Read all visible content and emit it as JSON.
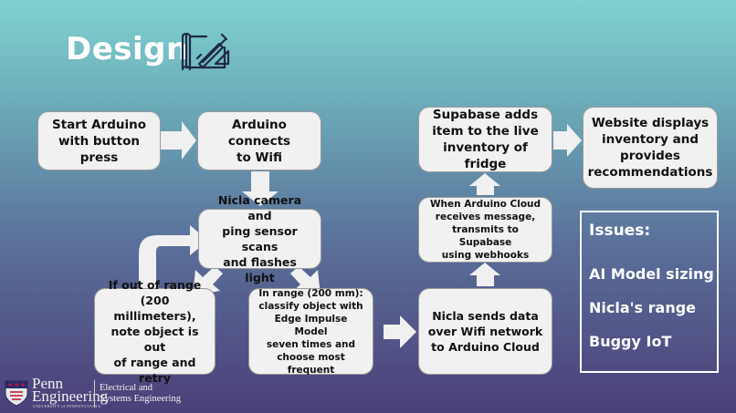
{
  "title": "Design",
  "icons": {
    "title_icon": "blueprint-drafting-icon",
    "logo": "penn-shield-icon"
  },
  "colors": {
    "box_fill": "#f1f1f1",
    "arrow_fill": "#f0f0f0",
    "text": "#111111",
    "issues_border": "#ffffff"
  },
  "boxes": {
    "start": [
      "Start Arduino",
      "with button press"
    ],
    "wifi": [
      "Arduino connects",
      "to Wifi"
    ],
    "scan": [
      "Nicla camera and",
      "ping sensor scans",
      "and flashes light"
    ],
    "out_range": [
      "If out of range",
      "(200 millimeters),",
      "note object is out",
      "of range and retry"
    ],
    "in_range": [
      "In range (200 mm):",
      "classify object with",
      "Edge Impulse Model",
      "seven times and",
      "choose most frequent"
    ],
    "send": [
      "Nicla sends data",
      "over Wifi network",
      "to Arduino Cloud"
    ],
    "cloud": [
      "When Arduino Cloud",
      "receives message,",
      "transmits to Supabase",
      "using webhooks"
    ],
    "supabase": [
      "Supabase adds",
      "item to the live",
      "inventory of fridge"
    ],
    "website": [
      "Website displays",
      "inventory and",
      "provides",
      "recommendations"
    ]
  },
  "issues": {
    "heading": "Issues:",
    "items": [
      "AI Model sizing",
      "Nicla's range",
      "Buggy IoT"
    ]
  },
  "footer": {
    "logo_line1": "Penn",
    "logo_line2": "Engineering",
    "logo_sub": "UNIVERSITY of PENNSYLVANIA",
    "dept_line1": "Electrical and",
    "dept_line2": "Systems Engineering"
  }
}
